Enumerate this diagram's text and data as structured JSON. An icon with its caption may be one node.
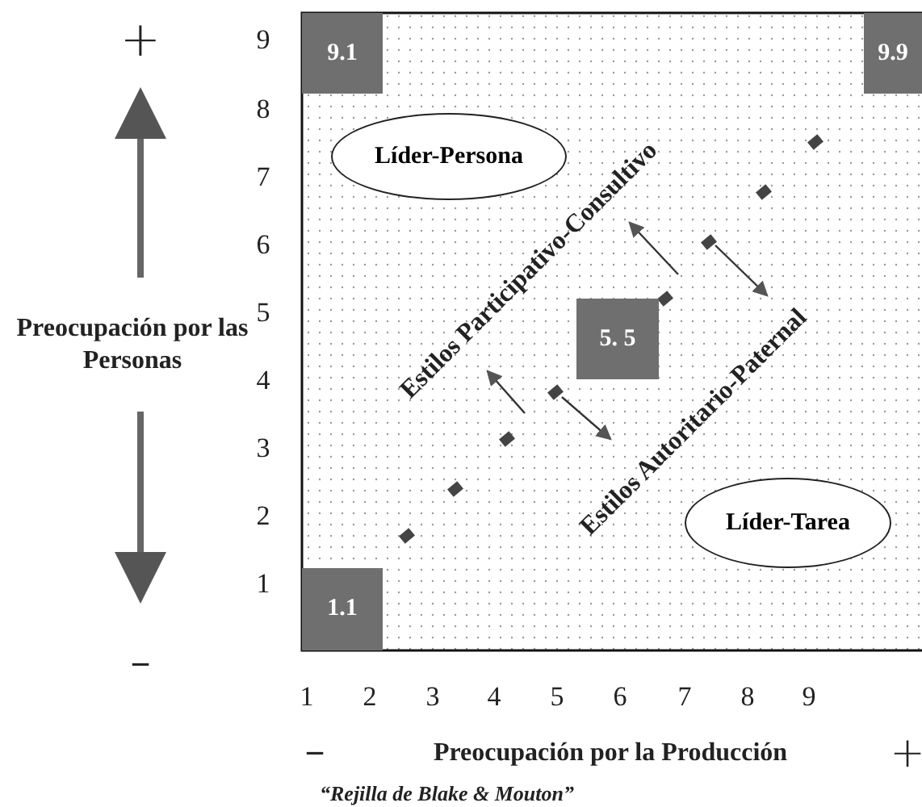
{
  "diagram": {
    "caption": "“Rejilla de Blake & Mouton”",
    "nodes": [
      {
        "text": [
          "9.1"
        ]
      },
      {
        "text": [
          "9.9"
        ]
      },
      {
        "text": [
          "Líder-Persona"
        ]
      },
      {
        "text": [
          "5. 5"
        ]
      },
      {
        "text": [
          "Líder-Tarea"
        ]
      },
      {
        "text": [
          "1.1"
        ]
      }
    ],
    "edges": [],
    "labels": [
      "+",
      "9",
      "8",
      "7",
      "6",
      "5",
      "4",
      "3",
      "2",
      "1",
      "Preocupación por las Personas",
      "−",
      "Estilos Participativo-Consultivo",
      "Estilos Autoritario-Paternal",
      "1",
      "2",
      "3",
      "4",
      "5",
      "6",
      "7",
      "8",
      "9",
      "−",
      "Preocupación por la Producción",
      "+"
    ]
  }
}
